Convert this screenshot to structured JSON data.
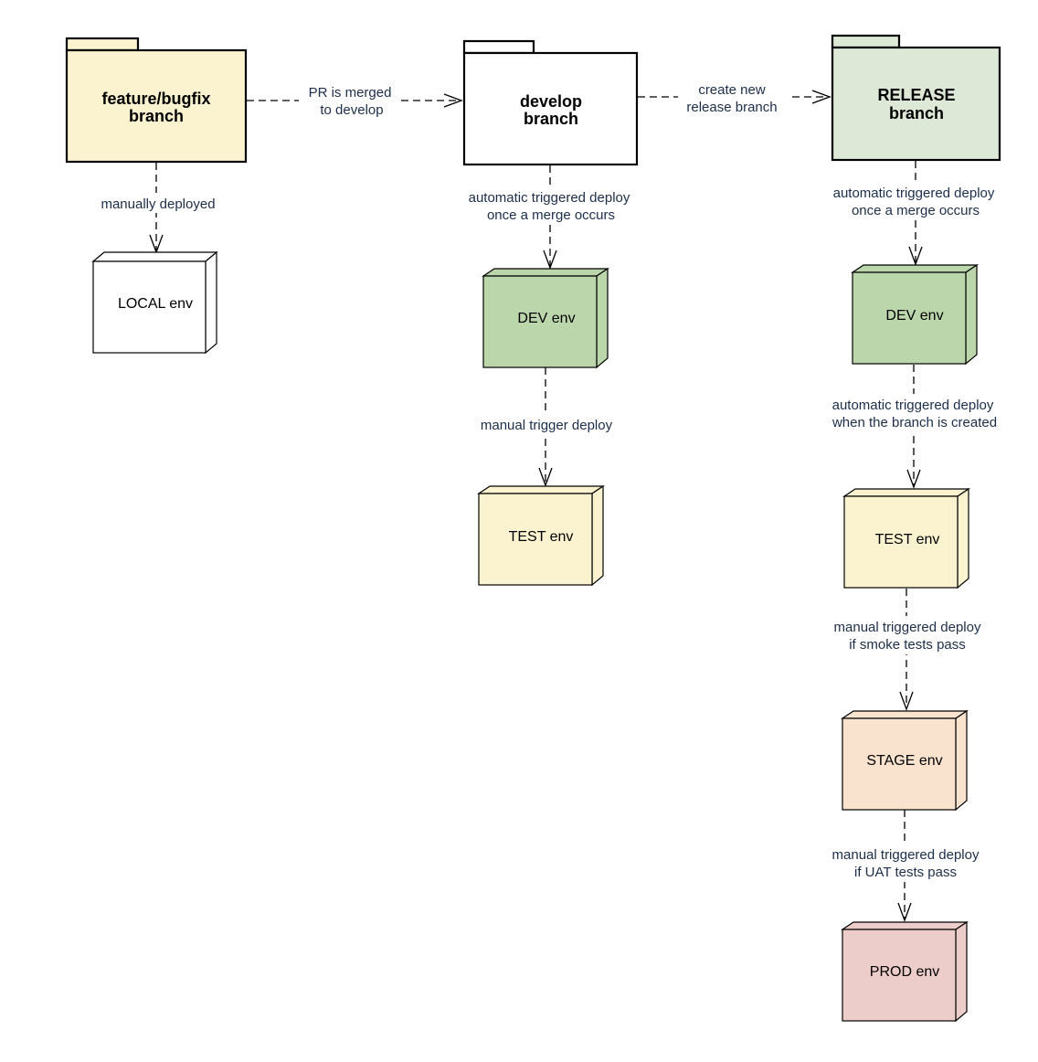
{
  "colors": {
    "feature_branch_fill": "#fbf3cf",
    "develop_branch_fill": "#ffffff",
    "release_branch_fill": "#dde9d6",
    "local_env_fill": "#ffffff",
    "dev_env_fill": "#bcd6ac",
    "test_env_fill": "#fbf3cf",
    "stage_env_fill": "#f9e3cf",
    "prod_env_fill": "#edcdca",
    "edge_label_color": "#1c2e4a"
  },
  "branches": {
    "feature": {
      "line1": "feature/bugfix",
      "line2": "branch"
    },
    "develop": {
      "line1": "develop",
      "line2": "branch"
    },
    "release": {
      "line1": "RELEASE",
      "line2": "branch"
    }
  },
  "environments": {
    "local": "LOCAL env",
    "develop_dev": "DEV env",
    "develop_test": "TEST env",
    "release_dev": "DEV env",
    "release_test": "TEST env",
    "release_stage": "STAGE env",
    "release_prod": "PROD env"
  },
  "edges": {
    "feature_to_develop": {
      "line1": "PR is merged",
      "line2": "to develop"
    },
    "develop_to_release": {
      "line1": "create new",
      "line2": "release branch"
    },
    "feature_to_local": {
      "line1": "manually deployed"
    },
    "develop_to_dev": {
      "line1": "automatic triggered deploy",
      "line2": "once a merge occurs"
    },
    "dev_to_test": {
      "line1": "manual trigger deploy"
    },
    "release_to_dev": {
      "line1": "automatic triggered deploy",
      "line2": "once a merge occurs"
    },
    "release_dev_to_test": {
      "line1": "automatic triggered deploy",
      "line2": "when the branch is created"
    },
    "release_test_to_stage": {
      "line1": "manual triggered deploy",
      "line2": "if smoke tests pass"
    },
    "release_stage_to_prod": {
      "line1": "manual triggered deploy",
      "line2": "if UAT tests pass"
    }
  }
}
